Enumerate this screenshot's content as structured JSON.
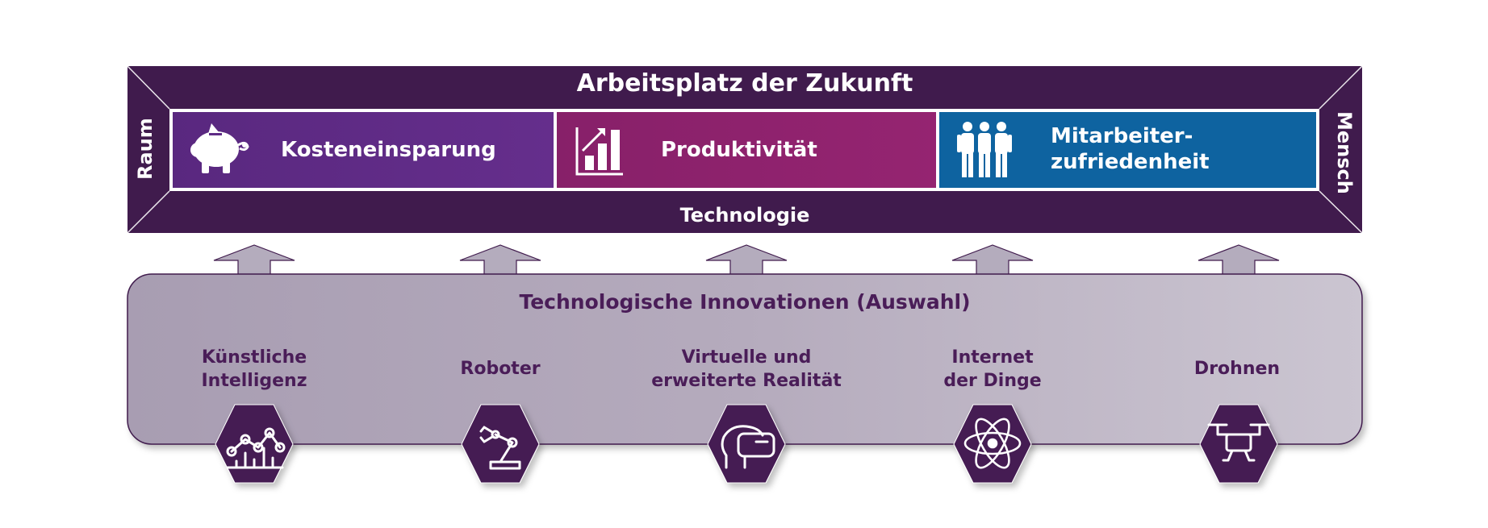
{
  "frame": {
    "top": "Arbeitsplatz der Zukunft",
    "bottom": "Technologie",
    "left": "Raum",
    "right": "Mensch"
  },
  "goals": [
    {
      "label_line1": "Kosteneinsparung",
      "label_line2": "",
      "icon": "piggy-bank-icon",
      "color": "#5f2b86"
    },
    {
      "label_line1": "Produktivität",
      "label_line2": "",
      "icon": "bar-chart-growth-icon",
      "color": "#8f2270"
    },
    {
      "label_line1": "Mitarbeiter-",
      "label_line2": "zufriedenheit",
      "icon": "people-group-icon",
      "color": "#0e63a0"
    }
  ],
  "innovations": {
    "title": "Technologische Innovationen (Auswahl)",
    "items": [
      {
        "line1": "Künstliche",
        "line2": "Intelligenz",
        "icon": "line-chart-analytics-icon"
      },
      {
        "line1": "Roboter",
        "line2": "",
        "icon": "robot-arm-icon"
      },
      {
        "line1": "Virtuelle und",
        "line2": "erweiterte Realität",
        "icon": "vr-headset-icon"
      },
      {
        "line1": "Internet",
        "line2": "der Dinge",
        "icon": "atom-network-icon"
      },
      {
        "line1": "Drohnen",
        "line2": "",
        "icon": "drone-icon"
      }
    ]
  },
  "colors": {
    "frame": "#401b4d",
    "panel_light": "#c9c2d0",
    "panel_dark": "#a49aae",
    "arrow": "#b4acbd",
    "text_dark": "#4a1d58",
    "hexagon": "#451b52"
  }
}
